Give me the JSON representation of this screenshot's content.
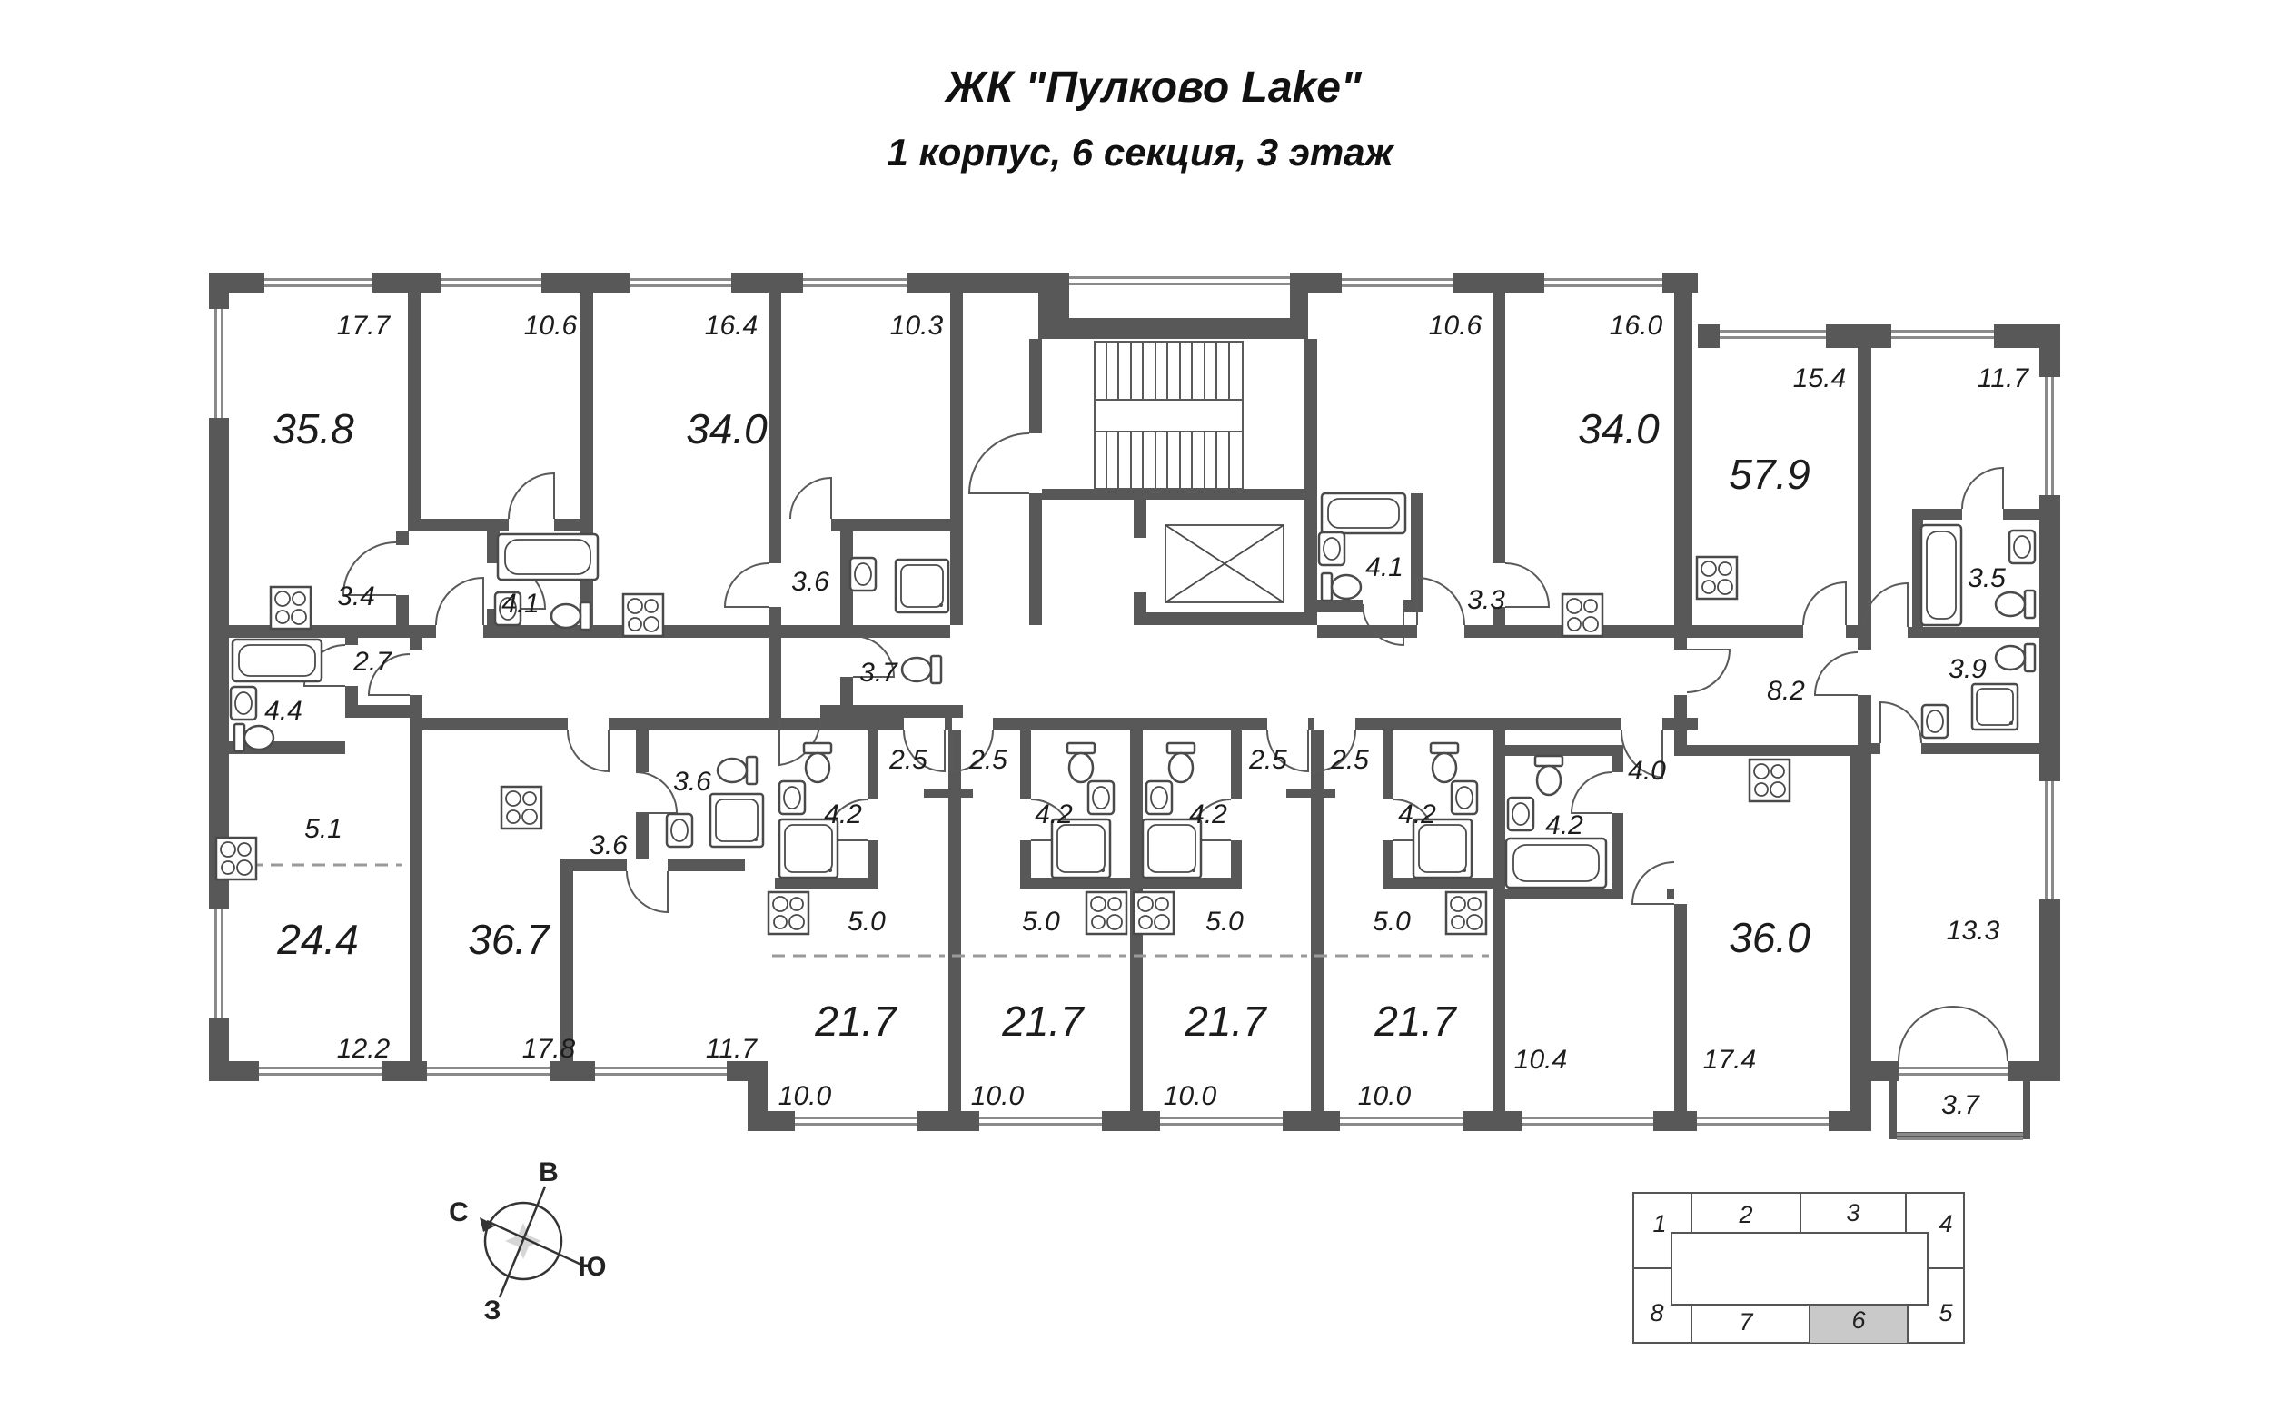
{
  "title": {
    "line1": "ЖК \"Пулково Lake\"",
    "line2": "1 корпус, 6 секция, 3 этаж"
  },
  "apartments": {
    "apt_35_8": {
      "total": "35.8",
      "living": "17.7",
      "bedroom": "10.6",
      "bathroom": "4.1",
      "hall": "3.4"
    },
    "apt_34_0_left": {
      "total": "34.0",
      "living": "16.4",
      "bedroom": "10.3",
      "hall": "3.6",
      "bathroom": "3.7"
    },
    "apt_34_0_right": {
      "total": "34.0",
      "living": "16.0",
      "bedroom": "10.6",
      "bathroom": "4.1",
      "hall": "3.3"
    },
    "apt_57_9": {
      "total": "57.9",
      "living": "15.4",
      "bedroom_top": "11.7",
      "bathroom": "3.5",
      "hall": "8.2",
      "wc": "3.9",
      "bedroom_bottom": "13.3",
      "balcony": "3.7"
    },
    "apt_24_4": {
      "total": "24.4",
      "hall": "2.7",
      "bathroom": "4.4",
      "kitchen": "5.1",
      "room": "12.2"
    },
    "apt_36_7": {
      "total": "36.7",
      "bathroom": "3.6",
      "hall": "3.6",
      "living": "17.8",
      "bedroom": "11.7"
    },
    "apt_36_0": {
      "total": "36.0",
      "bathroom": "4.2",
      "hall": "4.0",
      "bedroom": "10.4",
      "living": "17.4"
    }
  },
  "studios": [
    {
      "total": "21.7",
      "hall": "2.5",
      "bathroom": "4.2",
      "kitchen": "5.0",
      "sleeping": "10.0"
    },
    {
      "total": "21.7",
      "hall": "2.5",
      "bathroom": "4.2",
      "kitchen": "5.0",
      "sleeping": "10.0"
    },
    {
      "total": "21.7",
      "hall": "2.5",
      "bathroom": "4.2",
      "kitchen": "5.0",
      "sleeping": "10.0"
    },
    {
      "total": "21.7",
      "hall": "2.5",
      "bathroom": "4.2",
      "kitchen": "5.0",
      "sleeping": "10.0"
    }
  ],
  "compass": {
    "north": "С",
    "south": "Ю",
    "east": "В",
    "west": "З"
  },
  "key_map": {
    "cells": [
      "1",
      "2",
      "3",
      "4",
      "5",
      "6",
      "7",
      "8"
    ],
    "highlighted_cell": "6"
  },
  "colors": {
    "wall": "#585858",
    "keymap_highlight": "#c9c9c9"
  }
}
